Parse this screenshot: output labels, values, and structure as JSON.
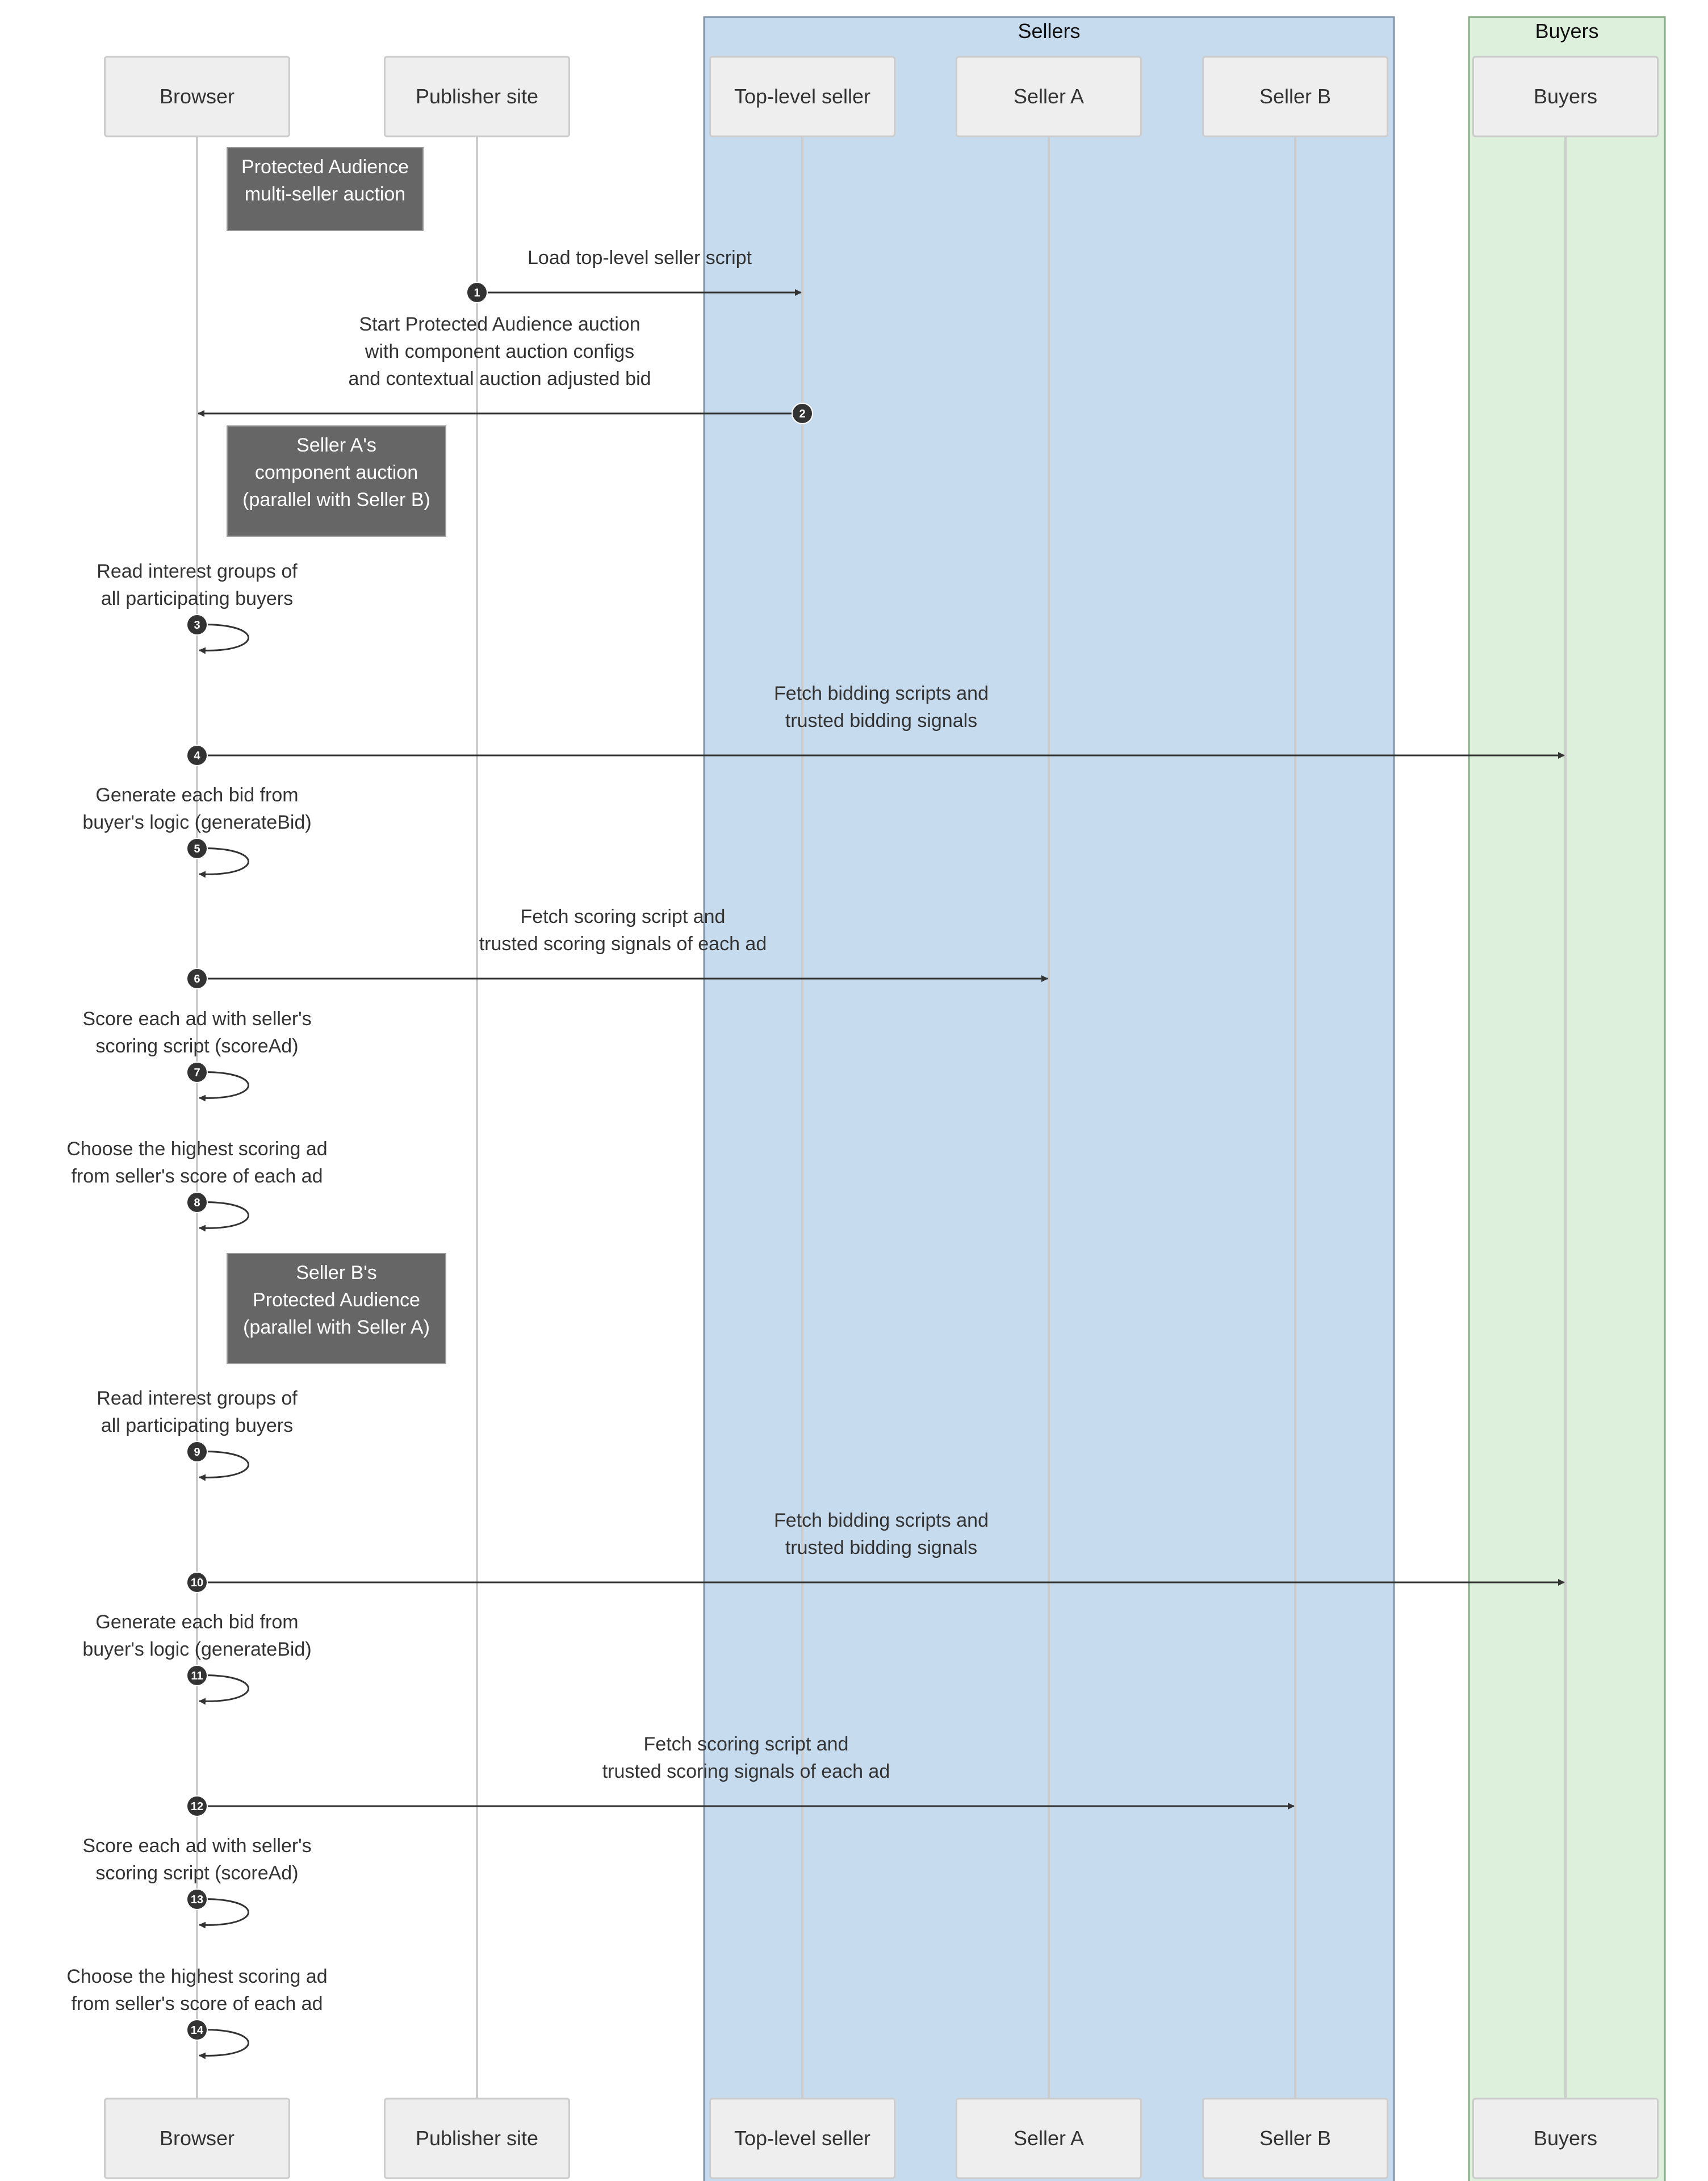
{
  "title": "",
  "colors": {
    "sellers_group_fill": "#c7dbee",
    "sellers_group_stroke": "#7f94a8",
    "buyers_group_fill": "#dcf0dc",
    "buyers_group_stroke": "#86aa86",
    "actor_fill": "#eeeeee",
    "actor_stroke": "#cccccc",
    "lifeline": "#cccccc",
    "note_fill": "#666666",
    "arrow": "#333333"
  },
  "groups": [
    {
      "id": "sellers",
      "label": "Sellers",
      "members": [
        "top_level_seller",
        "seller_a",
        "seller_b"
      ]
    },
    {
      "id": "buyers",
      "label": "Buyers",
      "members": [
        "buyers"
      ]
    }
  ],
  "actors": [
    {
      "id": "browser",
      "label": "Browser"
    },
    {
      "id": "publisher_site",
      "label": "Publisher site"
    },
    {
      "id": "top_level_seller",
      "label": "Top-level seller"
    },
    {
      "id": "seller_a",
      "label": "Seller A"
    },
    {
      "id": "seller_b",
      "label": "Seller B"
    },
    {
      "id": "buyers",
      "label": "Buyers"
    }
  ],
  "steps": [
    {
      "kind": "note",
      "over": "browser",
      "lines": [
        "Protected Audience",
        "multi-seller auction"
      ]
    },
    {
      "kind": "message",
      "num": "1",
      "from": "publisher_site",
      "to": "top_level_seller",
      "lines": [
        "Load top-level seller script"
      ]
    },
    {
      "kind": "message",
      "num": "2",
      "from": "top_level_seller",
      "to": "browser",
      "lines": [
        "Start Protected Audience auction",
        "with component auction configs",
        "and contextual auction adjusted bid"
      ]
    },
    {
      "kind": "note",
      "over": "browser",
      "lines": [
        "Seller A's",
        "component auction",
        "(parallel with Seller B)"
      ]
    },
    {
      "kind": "self",
      "num": "3",
      "actor": "browser",
      "lines": [
        "Read interest groups of",
        "all participating buyers"
      ]
    },
    {
      "kind": "message",
      "num": "4",
      "from": "browser",
      "to": "buyers",
      "lines": [
        "Fetch bidding scripts and",
        "trusted bidding signals"
      ]
    },
    {
      "kind": "self",
      "num": "5",
      "actor": "browser",
      "lines": [
        "Generate each bid from",
        "buyer's logic (generateBid)"
      ]
    },
    {
      "kind": "message",
      "num": "6",
      "from": "browser",
      "to": "seller_a",
      "lines": [
        "Fetch scoring script and",
        "trusted scoring signals of each ad"
      ]
    },
    {
      "kind": "self",
      "num": "7",
      "actor": "browser",
      "lines": [
        "Score each ad with seller's",
        "scoring script (scoreAd)"
      ]
    },
    {
      "kind": "self",
      "num": "8",
      "actor": "browser",
      "lines": [
        "Choose the highest scoring ad",
        "from seller's score of each ad"
      ]
    },
    {
      "kind": "note",
      "over": "browser",
      "lines": [
        "Seller B's",
        "Protected Audience",
        "(parallel with Seller A)"
      ]
    },
    {
      "kind": "self",
      "num": "9",
      "actor": "browser",
      "lines": [
        "Read interest groups of",
        "all participating buyers"
      ]
    },
    {
      "kind": "message",
      "num": "10",
      "from": "browser",
      "to": "buyers",
      "lines": [
        "Fetch bidding scripts and",
        "trusted bidding signals"
      ]
    },
    {
      "kind": "self",
      "num": "11",
      "actor": "browser",
      "lines": [
        "Generate each bid from",
        "buyer's logic (generateBid)"
      ]
    },
    {
      "kind": "message",
      "num": "12",
      "from": "browser",
      "to": "seller_b",
      "lines": [
        "Fetch scoring script and",
        "trusted scoring signals of each ad"
      ]
    },
    {
      "kind": "self",
      "num": "13",
      "actor": "browser",
      "lines": [
        "Score each ad with seller's",
        "scoring script (scoreAd)"
      ]
    },
    {
      "kind": "self",
      "num": "14",
      "actor": "browser",
      "lines": [
        "Choose the highest scoring ad",
        "from seller's score of each ad"
      ]
    }
  ]
}
